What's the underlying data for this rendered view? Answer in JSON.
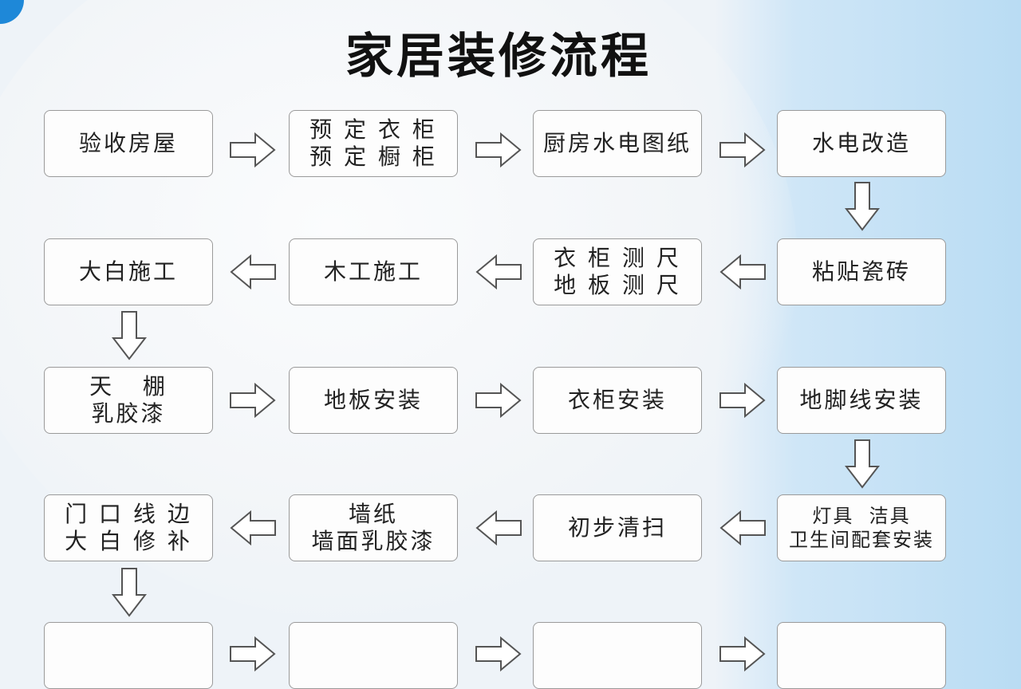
{
  "title": "家居装修流程",
  "rows": [
    [
      {
        "lines": [
          "验收房屋"
        ]
      },
      {
        "lines": [
          "预 定 衣 柜",
          "预 定 橱 柜"
        ]
      },
      {
        "lines": [
          "厨房水电图纸"
        ]
      },
      {
        "lines": [
          "水电改造"
        ]
      }
    ],
    [
      {
        "lines": [
          "大白施工"
        ]
      },
      {
        "lines": [
          "木工施工"
        ]
      },
      {
        "lines": [
          "衣 柜 测 尺",
          "地 板 测 尺"
        ]
      },
      {
        "lines": [
          "粘贴瓷砖"
        ]
      }
    ],
    [
      {
        "lines": [
          "天   棚",
          "乳胶漆"
        ]
      },
      {
        "lines": [
          "地板安装"
        ]
      },
      {
        "lines": [
          "衣柜安装"
        ]
      },
      {
        "lines": [
          "地脚线安装"
        ]
      }
    ],
    [
      {
        "lines": [
          "门 口 线 边",
          "大 白 修 补"
        ]
      },
      {
        "lines": [
          "墙纸",
          "墙面乳胶漆"
        ]
      },
      {
        "lines": [
          "初步清扫"
        ]
      },
      {
        "lines": [
          "灯具  洁具",
          "卫生间配套安装"
        ]
      }
    ]
  ],
  "colors": {
    "accent": "#1e88d8",
    "box_border": "#9a9a9a",
    "arrow": "#555555"
  }
}
